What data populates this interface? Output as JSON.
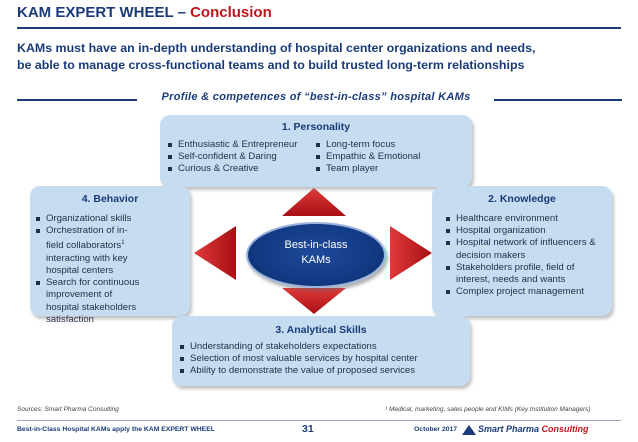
{
  "header": {
    "title_main": "KAM EXPERT WHEEL",
    "title_sep": "–",
    "title_sub": "Conclusion",
    "headline_line1": "KAMs must have an in-depth understanding of hospital center organizations and needs,",
    "headline_line2": "be able to manage cross-functional teams and to build trusted long-term relationships"
  },
  "profile_title": "Profile & competences of “best-in-class” hospital KAMs",
  "center_label_line1": "Best-in-class",
  "center_label_line2": "KAMs",
  "colors": {
    "navy": "#1a3b78",
    "accent_red": "#c0161b",
    "box_fill": "#c6dcf0",
    "arrow_red": "#c0161b",
    "center_fill": "#123a84"
  },
  "personality": {
    "title": "1. Personality",
    "col1": [
      "Enthusiastic & Entrepreneur",
      "Self-confident & Daring",
      "Curious & Creative"
    ],
    "col2": [
      "Long-term focus",
      "Empathic & Emotional",
      "Team player"
    ]
  },
  "knowledge": {
    "title": "2. Knowledge",
    "items": [
      "Healthcare environment",
      "Hospital organization",
      "Hospital network of influencers & decision makers",
      "Stakeholders profile, field of interest, needs and wants",
      "Complex project management"
    ]
  },
  "analytical": {
    "title": "3. Analytical Skills",
    "items": [
      "Understanding of stakeholders expectations",
      "Selection of most valuable services by hospital center",
      "Ability to demonstrate the value of proposed services"
    ]
  },
  "behavior": {
    "title": "4. Behavior",
    "item1": "Organizational skills",
    "item2_pre": "Orchestration of in-field collaborators",
    "item2_sup": "1",
    "item2_post": " interacting with key hospital centers",
    "item3": "Search for continuous improvement of hospital stakeholders satisfaction"
  },
  "footer": {
    "sources": "Sources: Smart Pharma Consulting",
    "footnote": "¹ Medical, marketing, sales people and KIMs (Key Institution Managers)",
    "left": "Best-in-Class Hospital KAMs apply the KAM EXPERT WHEEL",
    "page_number": "31",
    "date": "October 2017",
    "brand_main": "Smart Pharma",
    "brand_accent": "Consulting"
  }
}
